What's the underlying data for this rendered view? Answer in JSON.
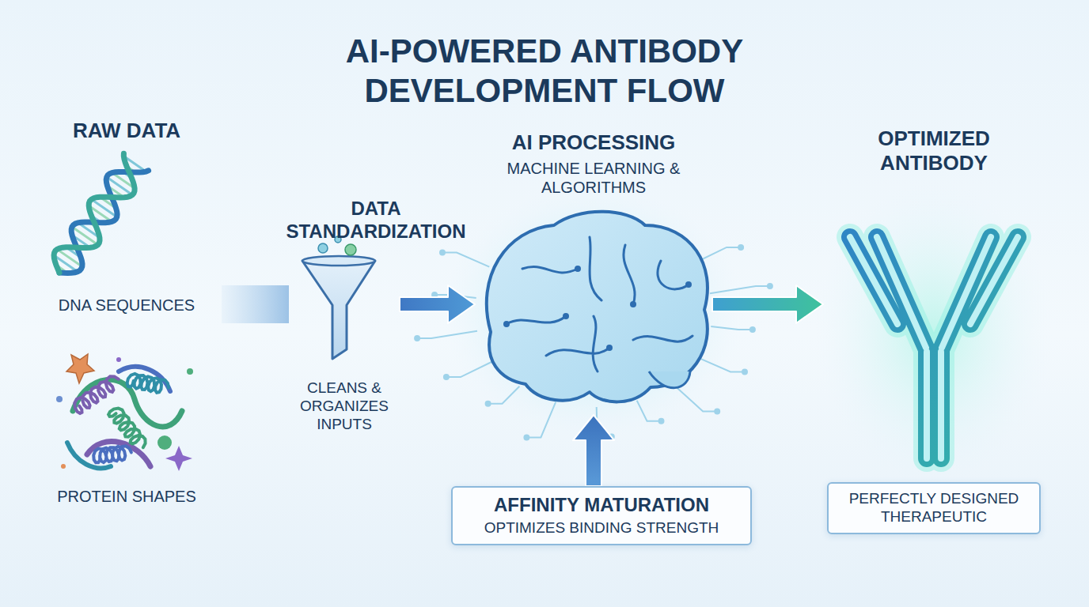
{
  "diagram": {
    "title": "AI-POWERED ANTIBODY DEVELOPMENT FLOW",
    "nodes": [
      {
        "text": [
          "RAW DATA",
          "DNA SEQUENCES",
          "PROTEIN SHAPES"
        ]
      },
      {
        "text": [
          "DATA STANDARDIZATION",
          "CLEANS & ORGANIZES INPUTS"
        ]
      },
      {
        "text": [
          "AI PROCESSING",
          "MACHINE LEARNING & ALGORITHMS"
        ]
      },
      {
        "text": [
          "AFFINITY MATURATION",
          "OPTIMIZES BINDING STRENGTH"
        ]
      },
      {
        "text": [
          "OPTIMIZED ANTIBODY"
        ]
      },
      {
        "text": [
          "PERFECTLY DESIGNED THERAPEUTIC"
        ]
      }
    ],
    "edges": [
      {
        "from": 0,
        "to": 1,
        "arrow": "none"
      },
      {
        "from": 1,
        "to": 2,
        "arrow": "to"
      },
      {
        "from": 3,
        "to": 2,
        "arrow": "to"
      },
      {
        "from": 2,
        "to": 4,
        "arrow": "to"
      }
    ]
  }
}
